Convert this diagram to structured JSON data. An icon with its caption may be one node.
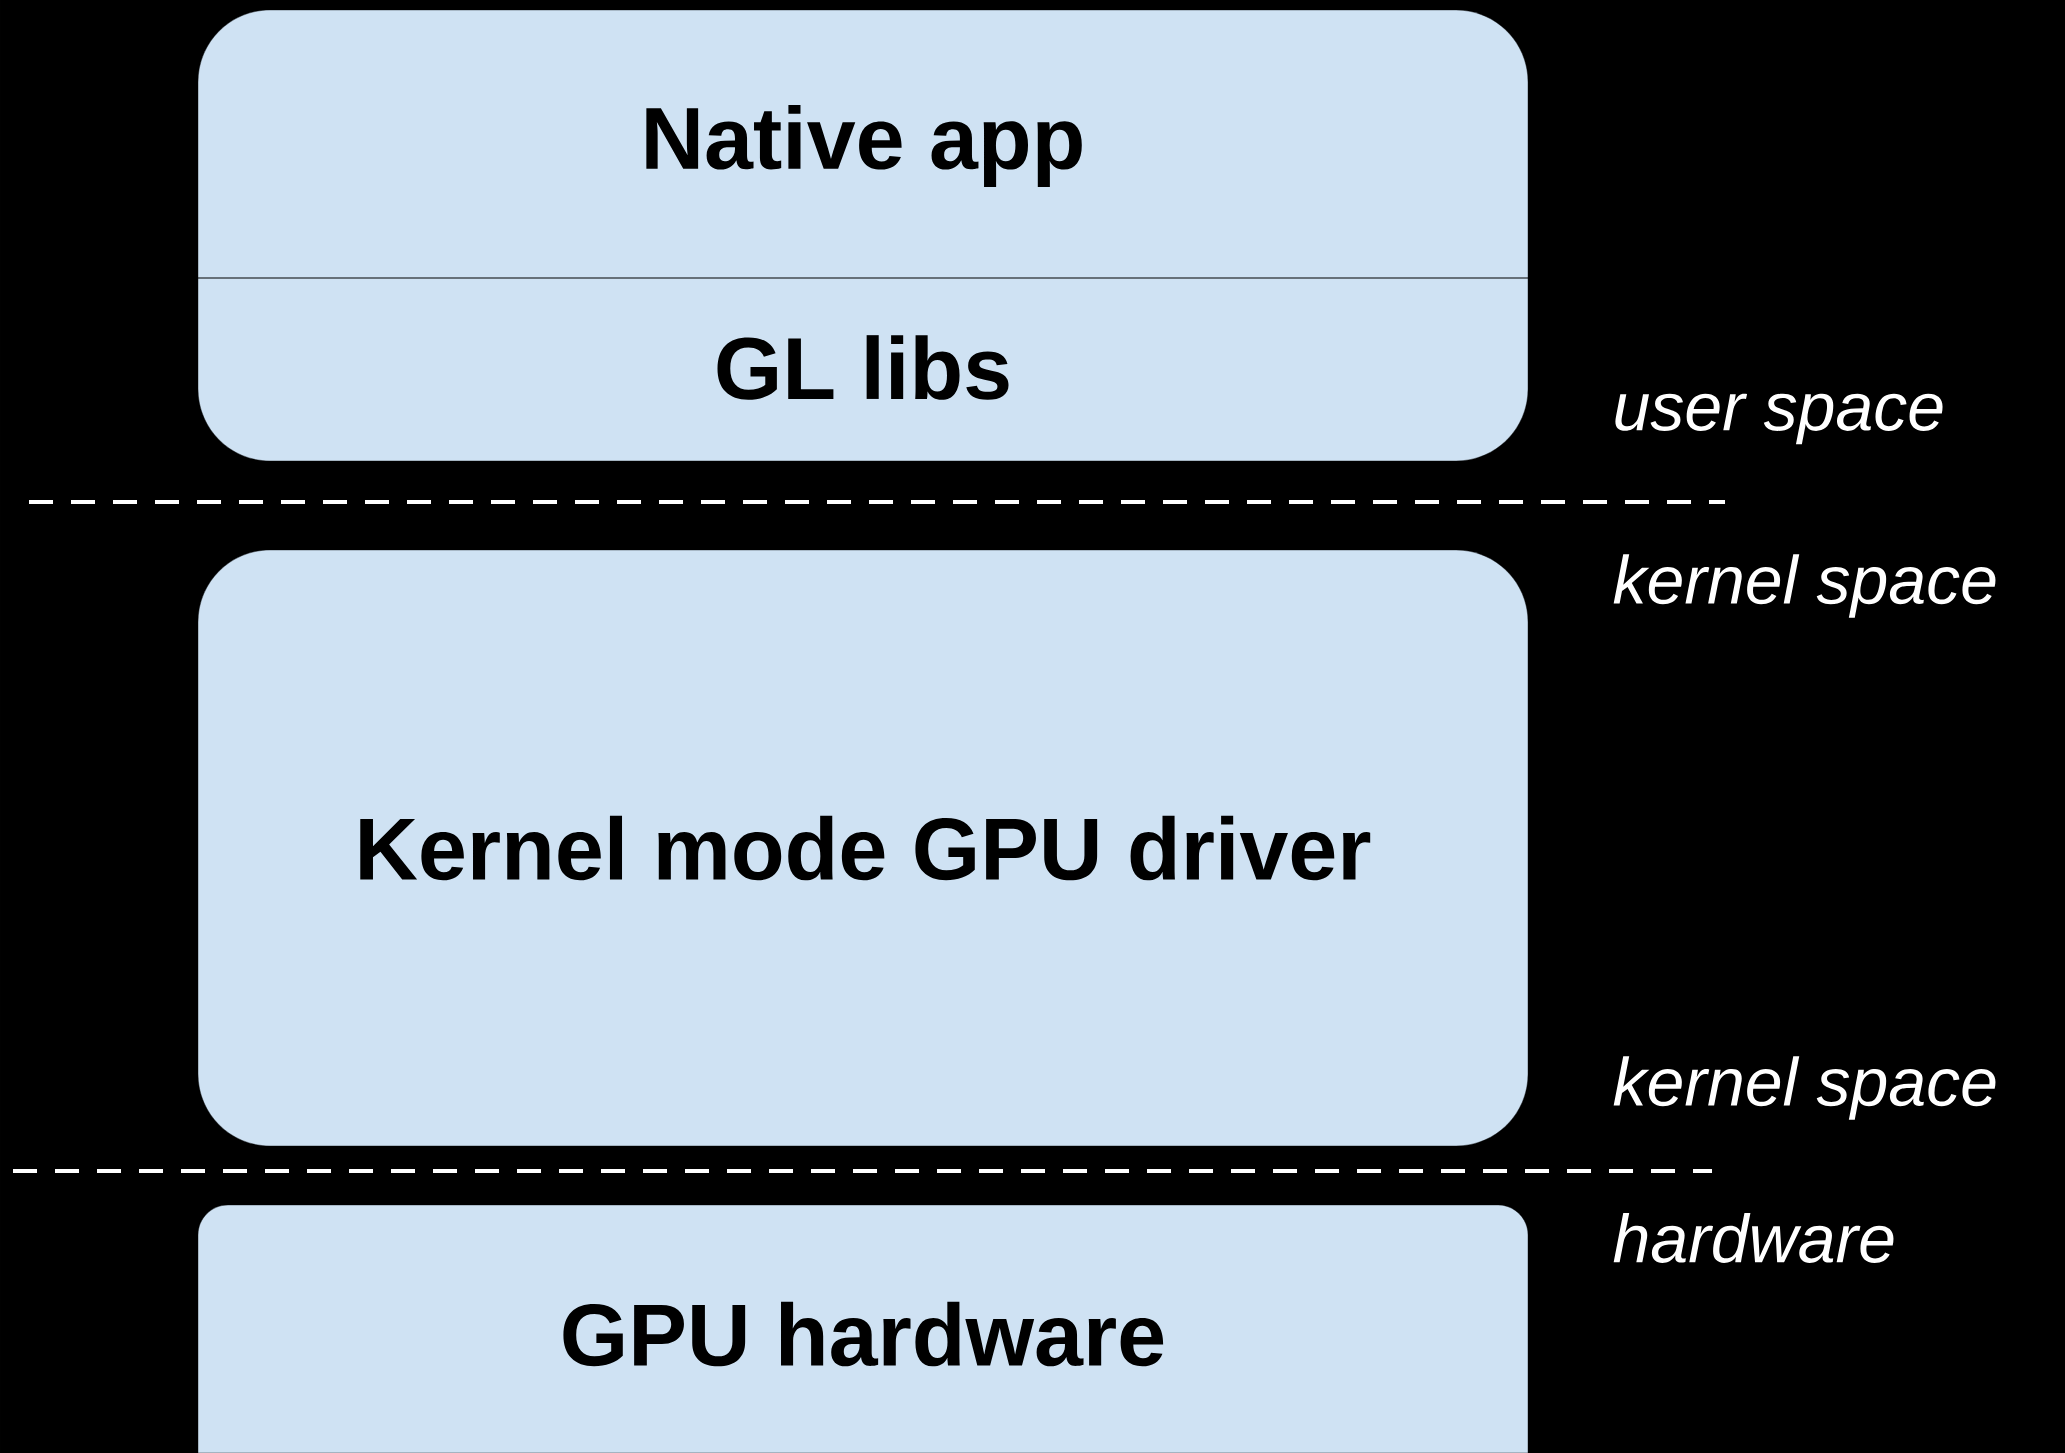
{
  "diagram": {
    "nodes": [
      {
        "text": [
          "Native app",
          "GL libs"
        ]
      },
      {
        "text": [
          "Kernel mode GPU driver"
        ]
      },
      {
        "text": [
          "GPU hardware"
        ]
      }
    ],
    "labels": [
      "user space",
      "kernel space",
      "kernel space",
      "hardware"
    ]
  }
}
